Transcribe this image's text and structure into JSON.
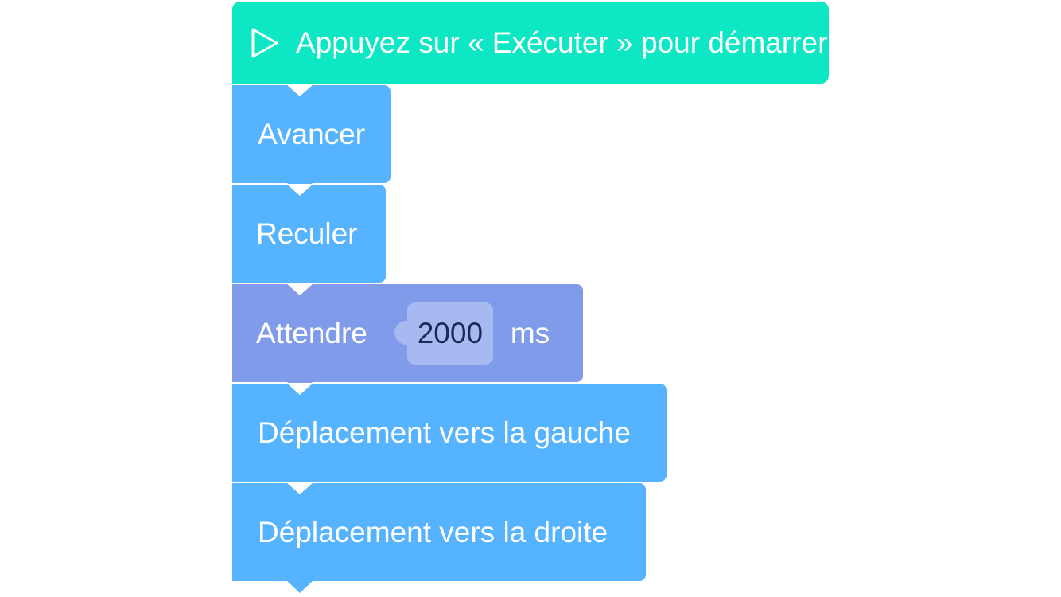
{
  "blocks": {
    "start": {
      "label": "Appuyez sur « Exécuter » pour démarrer",
      "icon": "play-icon",
      "color": "#0de7c3"
    },
    "forward": {
      "label": "Avancer",
      "color": "#55b3ff"
    },
    "backward": {
      "label": "Reculer",
      "color": "#55b3ff"
    },
    "wait": {
      "label": "Attendre",
      "value": "2000",
      "unit": "ms",
      "color": "#7f9bea",
      "param_color": "#a6b9f1"
    },
    "left": {
      "label": "Déplacement vers la gauche",
      "color": "#55b3ff"
    },
    "right": {
      "label": "Déplacement vers la droite",
      "color": "#55b3ff"
    }
  }
}
